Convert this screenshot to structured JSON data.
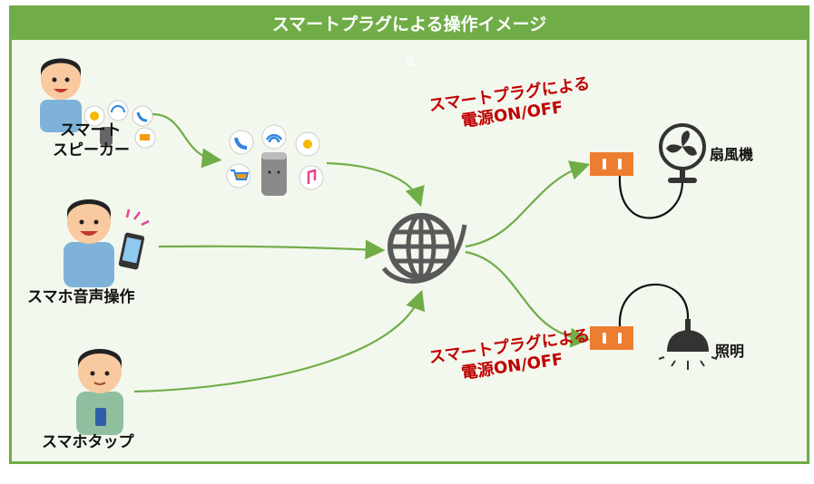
{
  "title": "スマートプラグによる操作イメージ",
  "faint_mark": "a",
  "inputs": {
    "speaker_line1": "スマート",
    "speaker_line2": "スピーカー",
    "voice": "スマホ音声操作",
    "tap": "スマホタップ"
  },
  "plug_label_top": {
    "line1": "スマートプラグによる",
    "line2": "電源ON/OFF"
  },
  "plug_label_bottom": {
    "line1": "スマートプラグによる",
    "line2": "電源ON/OFF"
  },
  "devices": {
    "fan": "扇風機",
    "light": "照明"
  },
  "colors": {
    "accent": "#70ad47",
    "plug": "#ed7d31",
    "red_text": "#c00000",
    "icon_gray": "#595959"
  },
  "icons": [
    "person-icon",
    "smart-speaker-icon",
    "smartphone-icon",
    "globe-icon",
    "plug-icon",
    "fan-icon",
    "lamp-icon"
  ]
}
